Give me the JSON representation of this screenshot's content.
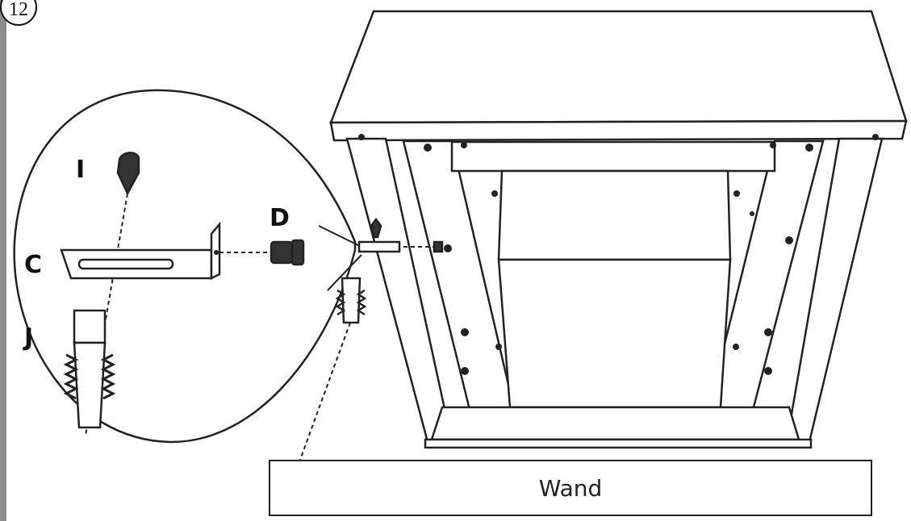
{
  "step": {
    "number": "12"
  },
  "detail": {
    "parts": [
      {
        "id": "screw",
        "label": "I"
      },
      {
        "id": "bolt",
        "label": "D"
      },
      {
        "id": "bracket",
        "label": "C"
      },
      {
        "id": "wall-plug",
        "label": "J"
      }
    ]
  },
  "wall": {
    "label": "Wand"
  },
  "colors": {
    "line": "#222222",
    "fill": "#ffffff",
    "margin_bar": "#8c8c8c"
  }
}
